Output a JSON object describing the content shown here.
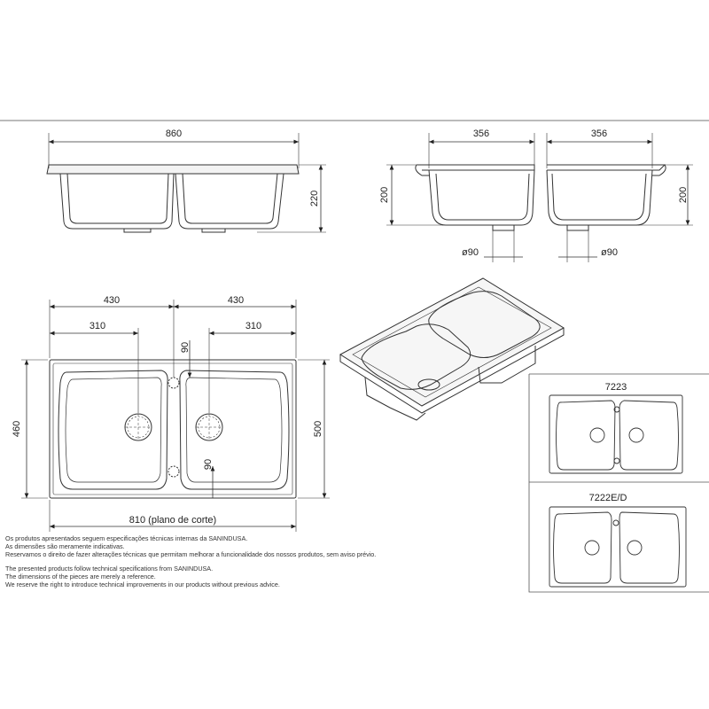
{
  "dimensions": {
    "overall_width": "860",
    "overall_height": "220",
    "bowl_width_left": "356",
    "bowl_width_right": "356",
    "bowl_depth_left": "200",
    "bowl_depth_right": "200",
    "drain_left": "ø90",
    "drain_right": "ø90",
    "half_width_left": "430",
    "half_width_right": "430",
    "drain_offset_left": "310",
    "drain_offset_right": "310",
    "gap_top": "90",
    "gap_bottom": "90",
    "cutout_depth": "460",
    "depth": "500",
    "cutout_width": "810 (plano de corte)"
  },
  "variants": [
    {
      "label": "7223"
    },
    {
      "label": "7222E/D"
    }
  ],
  "notes": {
    "pt": [
      "Os produtos apresentados seguem especificações técnicas internas da SANINDUSA.",
      "As dimensões são meramente indicativas.",
      "Reservamos o direito de fazer alterações técnicas que permitam melhorar a funcionalidade dos nossos produtos, sem aviso prévio."
    ],
    "en": [
      "The presented products follow technical specifications from SANINDUSA.",
      "The dimensions of the pieces are merely a reference.",
      "We reserve the right to introduce technical improvements in our products without previous advice."
    ]
  }
}
